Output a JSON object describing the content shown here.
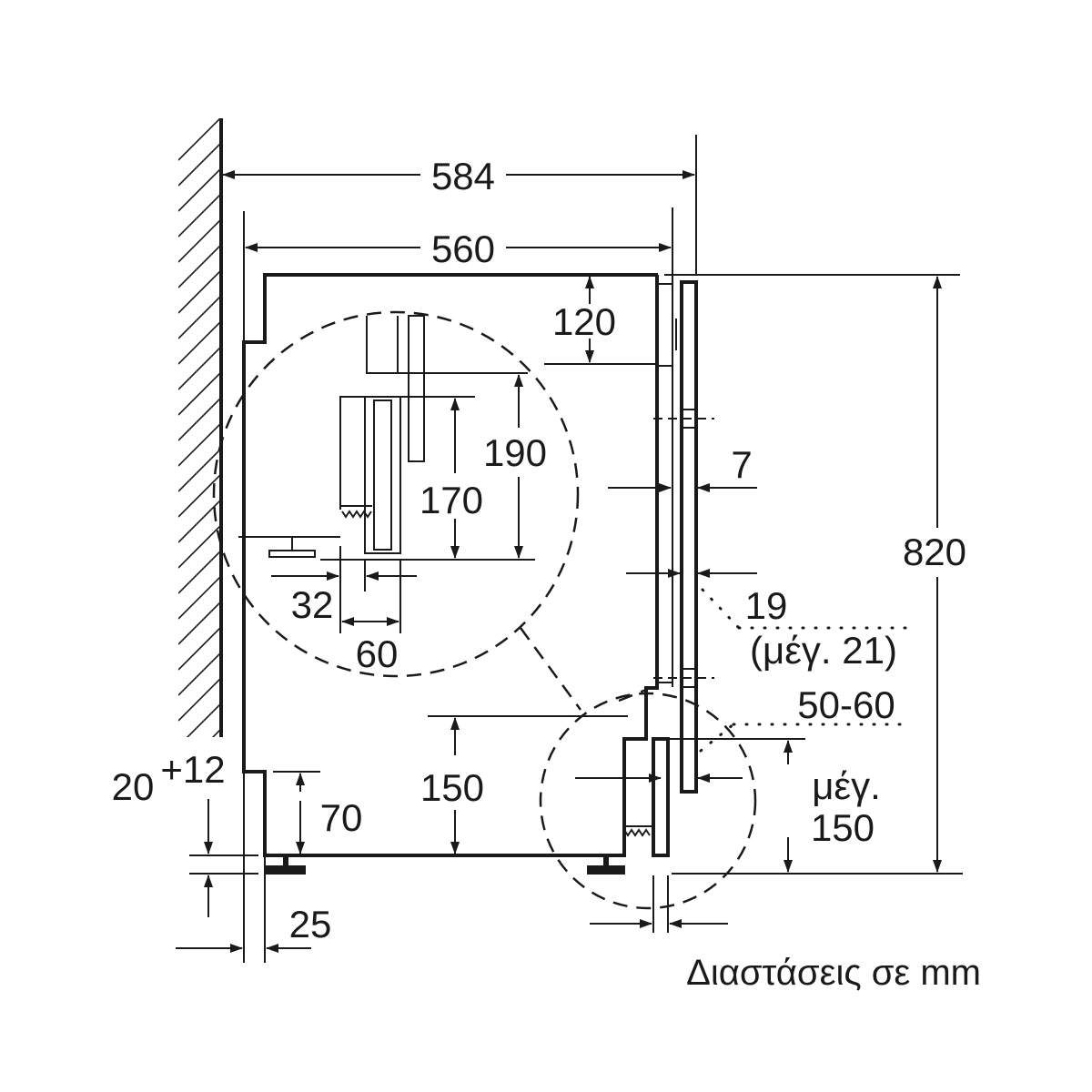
{
  "labels": {
    "d584": "584",
    "d560": "560",
    "d120": "120",
    "d190": "190",
    "d170": "170",
    "d7": "7",
    "d820": "820",
    "d32": "32",
    "d60": "60",
    "d19": "19",
    "d19max": "(μέγ. 21)",
    "d5060": "50-60",
    "d150": "150",
    "dmax": "μέγ.",
    "dmax150": "150",
    "d70": "70",
    "d20": "20",
    "d20sup": "+12",
    "d25": "25"
  },
  "caption": "Διαστάσεις σε mm"
}
